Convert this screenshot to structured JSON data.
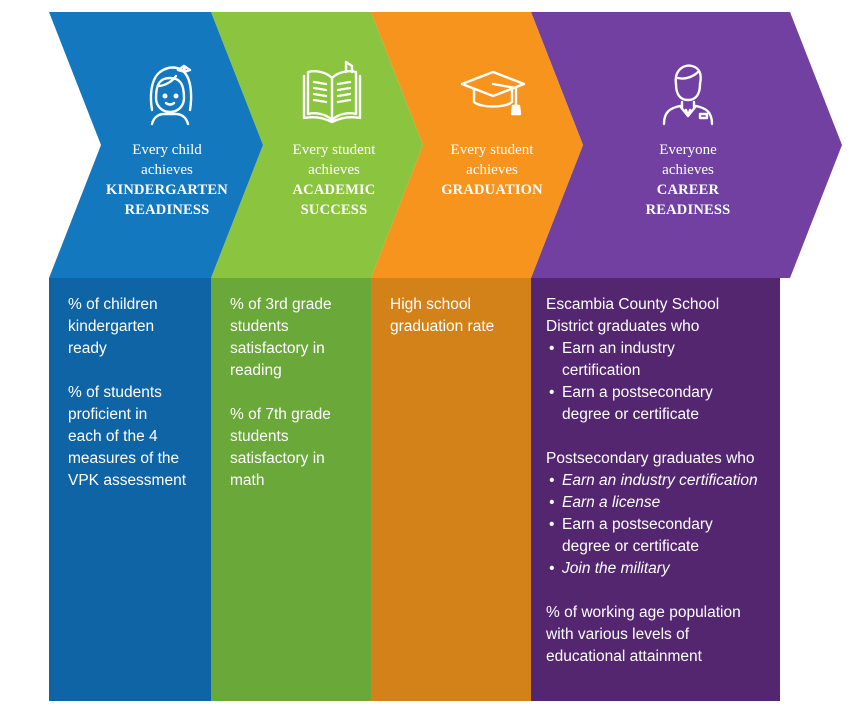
{
  "colors": {
    "blue": "#1478be",
    "blue_dark": "#0f64a6",
    "green": "#8bc540",
    "green_dark": "#6aa83a",
    "orange": "#f7941d",
    "orange_dark": "#d38219",
    "purple": "#7140a0",
    "purple_dark": "#542670"
  },
  "stages": [
    {
      "icon": "girl-face-icon",
      "line1": "Every child",
      "line2": "achieves",
      "bold1": "KINDERGARTEN",
      "bold2": "READINESS"
    },
    {
      "icon": "open-book-icon",
      "line1": "Every student",
      "line2": "achieves",
      "bold1": "ACADEMIC",
      "bold2": "SUCCESS"
    },
    {
      "icon": "graduation-cap-icon",
      "line1": "Every student",
      "line2": "achieves",
      "bold1": "GRADUATION",
      "bold2": ""
    },
    {
      "icon": "man-in-suit-icon",
      "line1": "Everyone",
      "line2": "achieves",
      "bold1": "CAREER",
      "bold2": "READINESS"
    }
  ],
  "columns": {
    "kindergarten": {
      "p1": [
        "% of children",
        "kindergarten",
        "ready"
      ],
      "p2": [
        "% of students",
        "proficient in",
        "each of the 4",
        "measures of the",
        "VPK assessment"
      ]
    },
    "academic": {
      "p1": [
        "% of 3rd grade",
        "students",
        "satisfactory in",
        "reading"
      ],
      "p2": [
        "% of 7th grade",
        "students",
        "satisfactory in",
        "math"
      ]
    },
    "graduation": {
      "p1": [
        "High school",
        "graduation rate"
      ]
    },
    "career": {
      "intro": [
        "Escambia County School",
        "District graduates who"
      ],
      "list1": [
        "Earn an industry",
        "certification",
        "Earn a postsecondary",
        "degree or certificate"
      ],
      "intro2": "Postsecondary graduates who",
      "list2": [
        "Earn an industry certification",
        "Earn a license",
        "Earn a postsecondary",
        "degree or certificate",
        "Join the military"
      ],
      "outro": [
        "% of working age population",
        "with various levels of",
        "educational attainment"
      ]
    }
  }
}
